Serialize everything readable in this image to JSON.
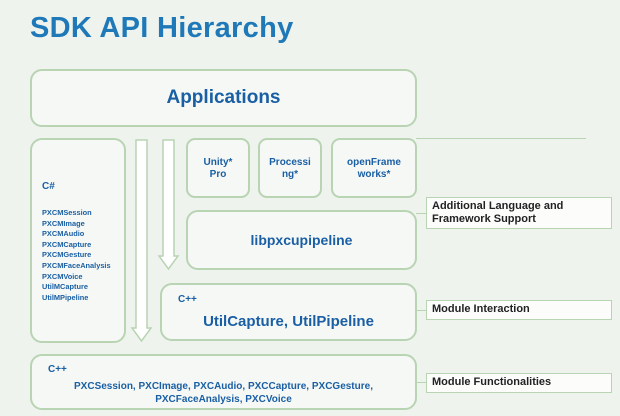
{
  "title": "SDK API Hierarchy",
  "applications": "Applications",
  "csharp": {
    "heading": "C#",
    "items": [
      "PXCMSession",
      "PXCMImage",
      "PXCMAudio",
      "PXCMCapture",
      "PXCMGesture",
      "PXCMFaceAnalysis",
      "PXCMVoice",
      "UtilMCapture",
      "UtilMPipeline"
    ]
  },
  "frameworks": {
    "unity": [
      "Unity*",
      "Pro"
    ],
    "processing": [
      "Processi",
      "ng*"
    ],
    "openframeworks": [
      "openFrame",
      "works*"
    ]
  },
  "libpxcupipeline": "libpxcupipeline",
  "util": {
    "lang": "C++",
    "name": "UtilCapture, UtilPipeline"
  },
  "core": {
    "lang": "C++",
    "line1": "PXCSession, PXCImage, PXCAudio, PXCCapture, PXCGesture,",
    "line2": "PXCFaceAnalysis, PXCVoice"
  },
  "labels": {
    "framework_support": [
      "Additional Language and",
      "Framework Support"
    ],
    "module_interaction": "Module Interaction",
    "module_functionalities": "Module Functionalities"
  },
  "colors": {
    "title": "#1f79b8",
    "text": "#1a5fa4",
    "border": "#b8d4b3",
    "background": "#eef3ee"
  }
}
